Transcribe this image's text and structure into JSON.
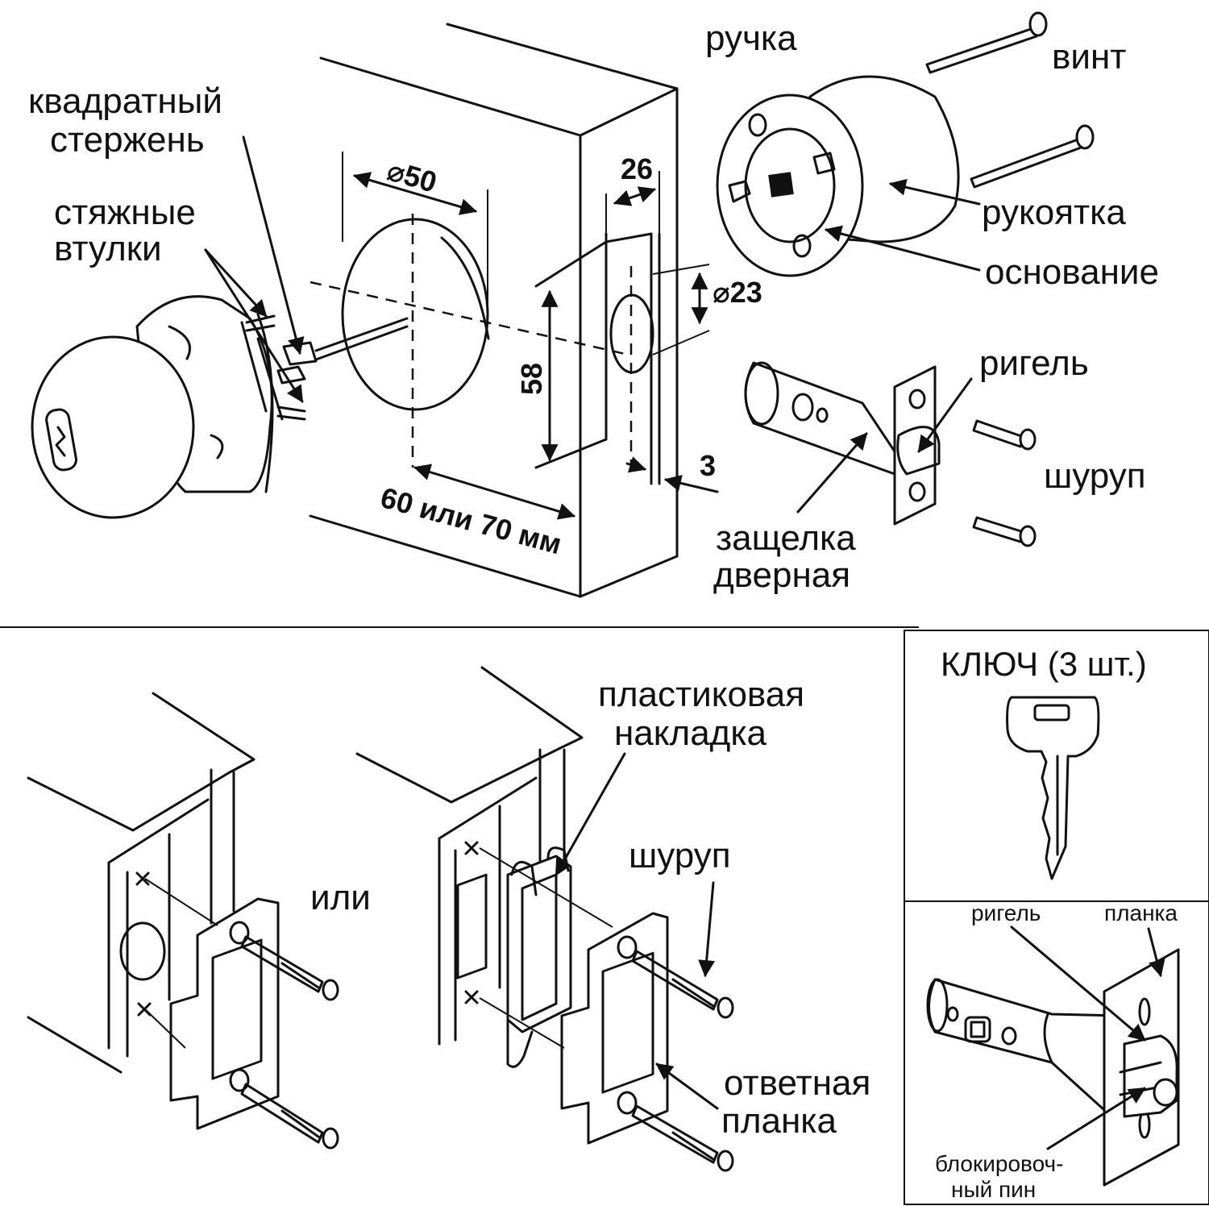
{
  "top": {
    "labels": {
      "square_rod": [
        "квадратный",
        "стержень"
      ],
      "bushings": [
        "стяжные",
        "втулки"
      ],
      "handle": "ручка",
      "screw_bolt": "винт",
      "grip": "рукоятка",
      "base": "основание",
      "bolt": "ригель",
      "wood_screw": "шуруп",
      "latch": [
        "защелка",
        "дверная"
      ]
    },
    "dimensions": {
      "hole_diameter": "50",
      "edge_hole_diameter": "23",
      "plate_width": "26",
      "plate_height": "58",
      "plate_depth": "3",
      "backset": "60 или 70 мм"
    }
  },
  "bottom": {
    "or_label": "или",
    "plastic_cover": [
      "пластиковая",
      "накладка"
    ],
    "screw": "шуруп",
    "strike_plate": [
      "ответная",
      "планка"
    ],
    "key_box": {
      "key_word": "КЛЮЧ",
      "key_count": "(3 шт.)"
    },
    "latch_box": {
      "bolt": "ригель",
      "plate": "планка",
      "lock_pin": [
        "блокировоч-",
        "ный пин"
      ]
    }
  }
}
